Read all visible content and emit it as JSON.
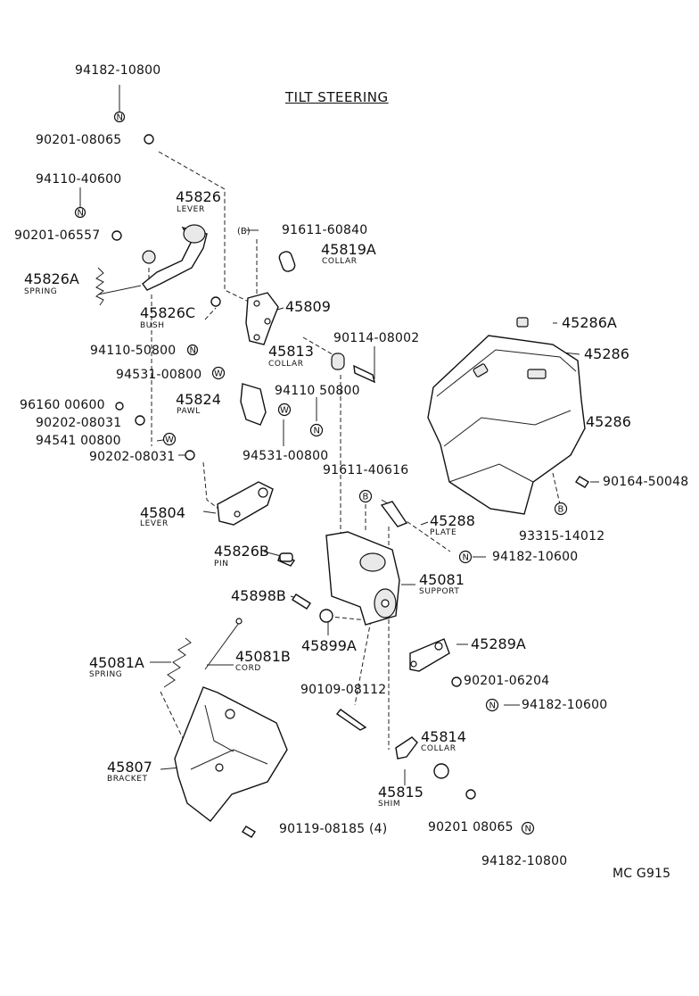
{
  "title": "TILT STEERING",
  "diagram_code": "MC G915",
  "symbols": {
    "n": "N",
    "b": "B",
    "w": "W",
    "b_paren": "(B)"
  },
  "labels": {
    "p_94182_10800_top": "94182-10800",
    "p_90201_08065_top": "90201-08065",
    "p_94110_40600": "94110-40600",
    "p_90201_06557": "90201-06557",
    "p_45826": "45826",
    "s_lever_1": "LEVER",
    "p_91611_60840": "91611-60840",
    "p_45819A": "45819A",
    "s_collar_1": "COLLAR",
    "p_45826A": "45826A",
    "s_spring_1": "SPRING",
    "p_45826C": "45826C",
    "s_bush": "BUSH",
    "p_45809": "45809",
    "p_94110_50800_a": "94110-50800",
    "p_90114_08002": "90114-08002",
    "p_45813": "45813",
    "s_collar_2": "COLLAR",
    "p_94531_00800_a": "94531-00800",
    "p_94110_50800_b": "94110 50800",
    "p_45824": "45824",
    "s_pawl": "PAWL",
    "p_96160_00600": "96160 00600",
    "p_90202_08031_a": "90202-08031",
    "p_94541_00800": "94541 00800",
    "p_90202_08031_b": "90202-08031",
    "p_94531_00800_b": "94531-00800",
    "p_91611_40616": "91611-40616",
    "p_45804": "45804",
    "s_lever_2": "LEVER",
    "p_45288": "45288",
    "s_plate": "PLATE",
    "p_94182_10600_a": "94182-10600",
    "p_45826B": "45826B",
    "s_pin": "PIN",
    "p_45081": "45081",
    "s_support": "SUPPORT",
    "p_45898B": "45898B",
    "p_45899A": "45899A",
    "p_45286A": "45286A",
    "p_45286_a": "45286",
    "p_45286_b": "45286",
    "p_90164_50048": "90164-50048",
    "p_93315_14012": "93315-14012",
    "p_45289A": "45289A",
    "p_90201_06204": "90201-06204",
    "p_94182_10600_b": "94182-10600",
    "p_45081A": "45081A",
    "s_spring_2": "SPRING",
    "p_45081B": "45081B",
    "s_cord": "CORD",
    "p_90109_08112": "90109-08112",
    "p_45814": "45814",
    "s_collar_3": "COLLAR",
    "p_45807": "45807",
    "s_bracket": "BRACKET",
    "p_45815": "45815",
    "s_shim": "SHIM",
    "p_90119_08185": "90119-08185 (4)",
    "p_90201_08065_bot": "90201 08065",
    "p_94182_10800_bot": "94182-10800"
  }
}
